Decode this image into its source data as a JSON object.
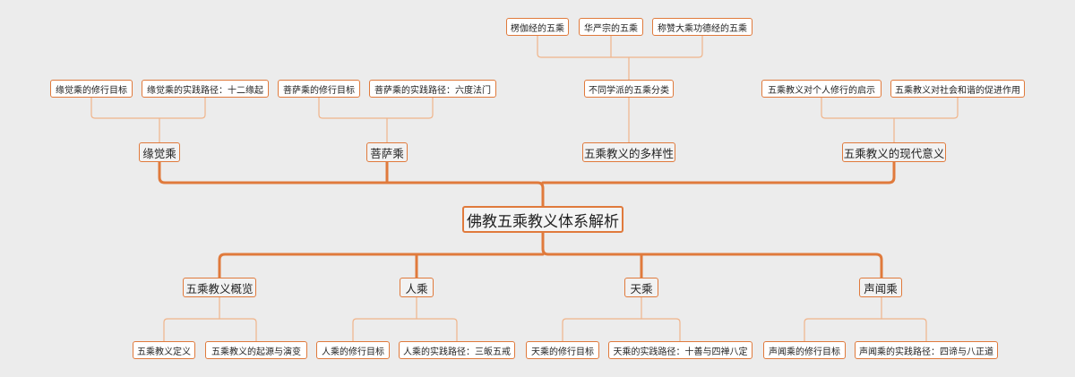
{
  "colors": {
    "background": "#ececec",
    "accent": "#e07a3c",
    "thin_line": "#f0b48a"
  },
  "root": {
    "label": "佛教五乘教义体系解析"
  },
  "branches": {
    "yuanjue": {
      "label": "缘觉乘",
      "children": [
        "缘觉乘的修行目标",
        "缘觉乘的实践路径：十二缘起"
      ]
    },
    "pusa": {
      "label": "菩萨乘",
      "children": [
        "菩萨乘的修行目标",
        "菩萨乘的实践路径：六度法门"
      ]
    },
    "duoyang": {
      "label": "五乘教义的多样性",
      "child": "不同学派的五乘分类",
      "grandchildren": [
        "楞伽经的五乘",
        "华严宗的五乘",
        "称赞大乘功德经的五乘"
      ]
    },
    "xiandai": {
      "label": "五乘教义的现代意义",
      "children": [
        "五乘教义对个人修行的启示",
        "五乘教义对社会和谐的促进作用"
      ]
    },
    "gailan": {
      "label": "五乘教义概览",
      "children": [
        "五乘教义定义",
        "五乘教义的起源与演变"
      ]
    },
    "rencheng": {
      "label": "人乘",
      "children": [
        "人乘的修行目标",
        "人乘的实践路径：三皈五戒"
      ]
    },
    "tiancheng": {
      "label": "天乘",
      "children": [
        "天乘的修行目标",
        "天乘的实践路径：十善与四禅八定"
      ]
    },
    "shengwen": {
      "label": "声闻乘",
      "children": [
        "声闻乘的修行目标",
        "声闻乘的实践路径：四谛与八正道"
      ]
    }
  }
}
